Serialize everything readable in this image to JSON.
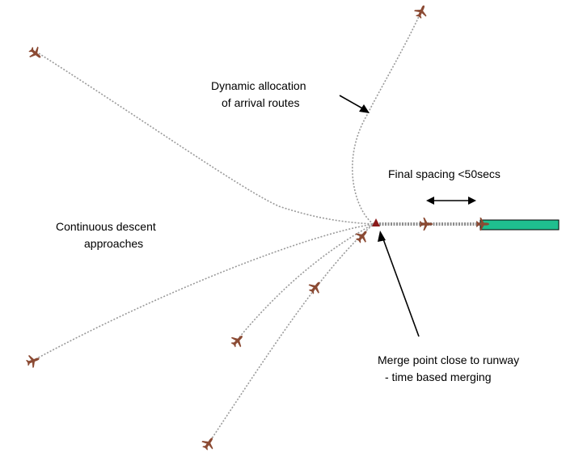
{
  "labels": {
    "dynamic_allocation_line1": "Dynamic allocation",
    "dynamic_allocation_line2": "of arrival routes",
    "final_spacing": "Final spacing <50secs",
    "continuous_descent_line1": "Continuous descent",
    "continuous_descent_line2": "approaches",
    "merge_point_line1": "Merge point close to runway",
    "merge_point_line2": "- time based merging"
  },
  "colors": {
    "runway": "#1fbf8f",
    "aircraft": "#8b4a33",
    "merge_point": "#8b1a1a",
    "route": "#9a9a9a"
  },
  "icons": {
    "aircraft": "aircraft-icon",
    "merge_point": "triangle-marker-icon"
  }
}
